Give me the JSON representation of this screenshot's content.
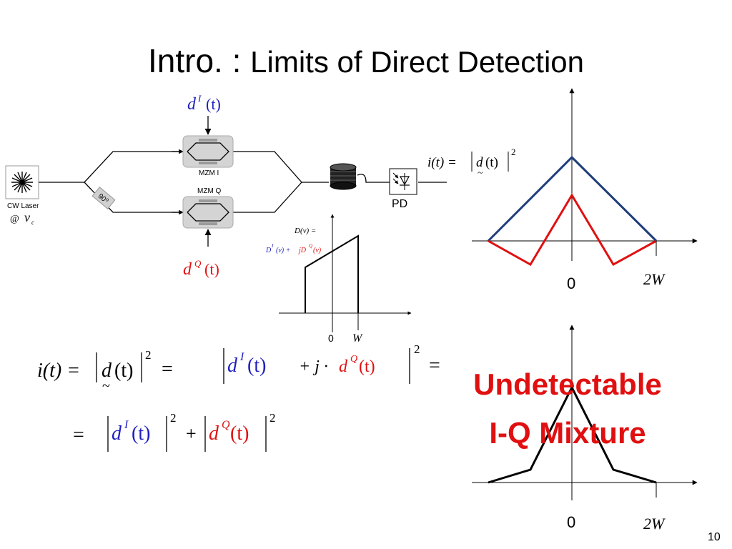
{
  "slide": {
    "title_main": "Intro. :",
    "title_rest": "Limits of Direct Detection",
    "page_number": "10"
  },
  "colors": {
    "blue": "#1f1fbf",
    "red": "#e01010",
    "navy": "#1f3d7a",
    "black": "#000000"
  },
  "modulator": {
    "laser_label": "CW Laser",
    "laser_freq_at": "@",
    "laser_freq_symbol": "ν",
    "laser_freq_sub": "c",
    "phase_label": "90⁰",
    "mzm_i_label": "MZM I",
    "mzm_q_label": "MZM Q",
    "pd_label": "PD",
    "drive_i": {
      "base": "d",
      "sup": "I",
      "arg": "(t)"
    },
    "drive_q": {
      "base": "d",
      "sup": "Q",
      "arg": "(t)"
    },
    "pd_eq": {
      "lhs": "i(t) =",
      "d": "d",
      "arg": "(t)",
      "exp": "2",
      "tilde": "~"
    }
  },
  "spectrum_inset": {
    "label_line1": "D(ν) =",
    "label_line2_i": "D",
    "label_line2_i_sup": "I",
    "label_line2_i_arg": "(ν) +",
    "label_line2_j": "jD",
    "label_line2_q_sup": "Q",
    "label_line2_q_arg": "(ν)",
    "tick_zero": "0",
    "tick_w": "W"
  },
  "equations": {
    "eq1_lhs": "i(t) =",
    "eq1_d": "d",
    "eq1_arg": "(t)",
    "eq1_exp": "2",
    "eq1_eq": "=",
    "eq1_di": "d",
    "eq1_di_sup": "I",
    "eq1_di_arg": "(t)",
    "eq1_plus_j": "+ j ·",
    "eq1_dq": "d",
    "eq1_dq_sup": "Q",
    "eq1_dq_arg": "(t)",
    "eq1_exp2": "2",
    "eq1_eq2": "=",
    "eq2_eq": "=",
    "eq2_di": "d",
    "eq2_di_sup": "I",
    "eq2_di_arg": "(t)",
    "eq2_exp1": "2",
    "eq2_plus": "+",
    "eq2_dq": "d",
    "eq2_dq_sup": "Q",
    "eq2_dq_arg": "(t)",
    "eq2_exp2": "2",
    "tilde": "~"
  },
  "plots": {
    "top": {
      "tick_zero": "0",
      "tick_2w": "2W"
    },
    "bottom": {
      "tick_zero": "0",
      "tick_2w": "2W"
    }
  },
  "callout": {
    "line1": "Undetectable",
    "line2": "I-Q Mixture"
  }
}
